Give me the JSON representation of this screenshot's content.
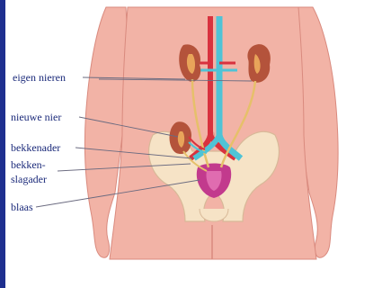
{
  "labels": {
    "eigen_nieren": "eigen nieren",
    "nieuwe_nier": "nieuwe nier",
    "bekkenader": "bekkenader",
    "bekken_line1": "bekken-",
    "bekken_line2": "slagader",
    "blaas": "blaas"
  },
  "colors": {
    "skin": "#f2b3a6",
    "skin_shade": "#e29a8c",
    "bone": "#f6e3c6",
    "kidney": "#b4533b",
    "vein": "#4fc3d6",
    "artery": "#d8323e",
    "bladder": "#c23a8d",
    "ureter": "#e6c06a",
    "label_text": "#1b2a7a",
    "leader_line": "#6b6b80"
  }
}
